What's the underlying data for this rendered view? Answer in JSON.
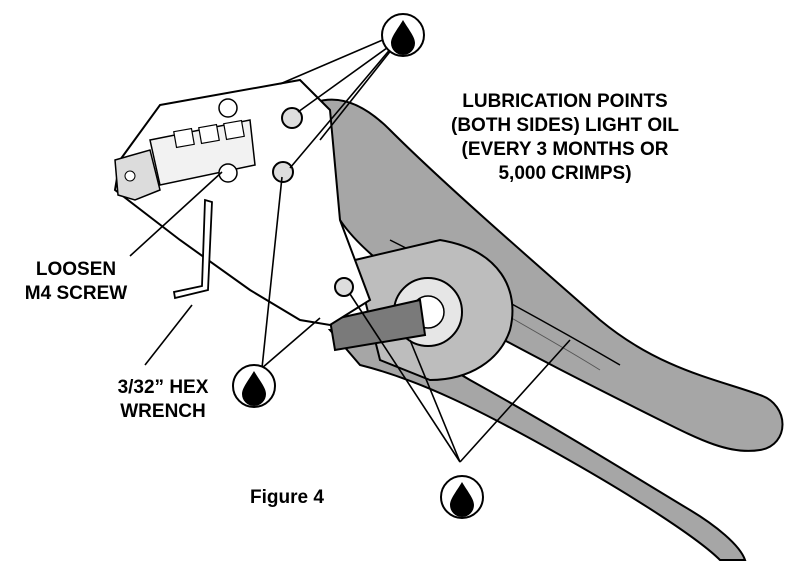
{
  "labels": {
    "lubrication": [
      "LUBRICATION POINTS",
      "(BOTH SIDES) LIGHT OIL",
      "(EVERY 3 MONTHS OR",
      "5,000 CRIMPS)"
    ],
    "loosen": [
      "LOOSEN",
      "M4 SCREW"
    ],
    "hex_wrench": [
      "3/32” HEX",
      "WRENCH"
    ]
  },
  "caption": "Figure 4",
  "icons": [
    "oil-drop-icon",
    "oil-drop-icon",
    "oil-drop-icon"
  ],
  "colors": {
    "tool_fill": "#a6a6a6",
    "tool_dark": "#7a7a7a",
    "stroke": "#000000",
    "background": "#ffffff"
  }
}
